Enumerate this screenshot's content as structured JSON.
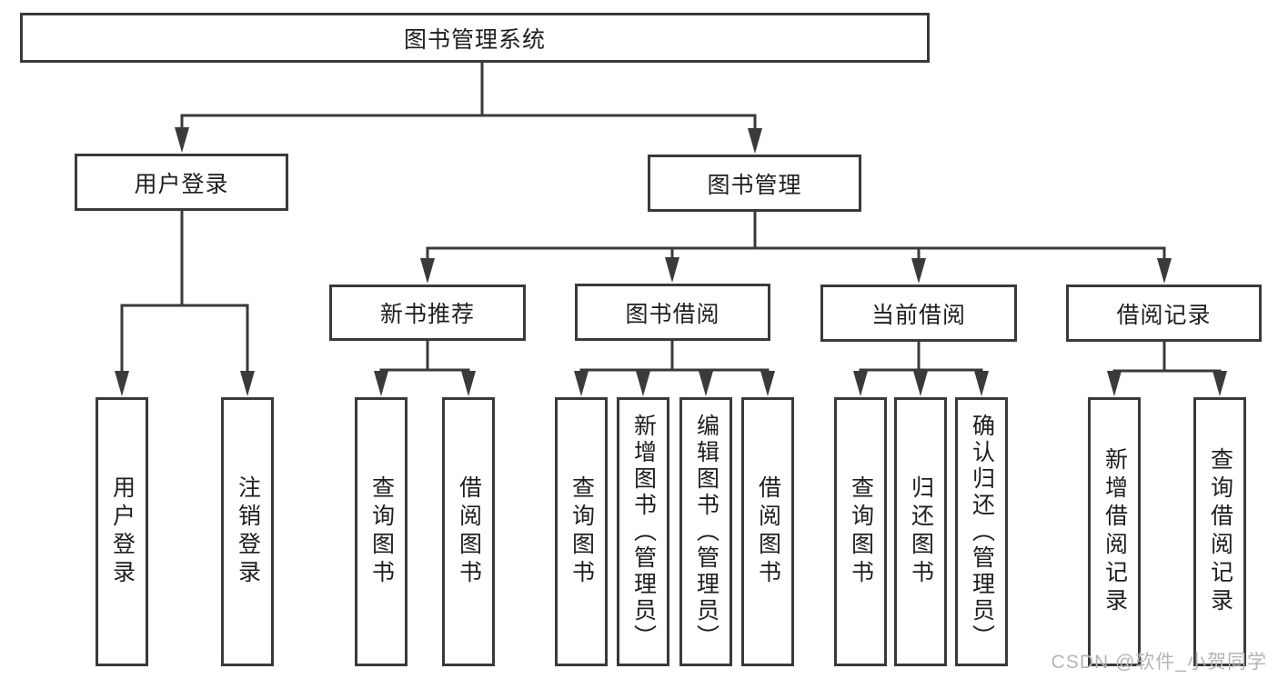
{
  "tree": {
    "root": {
      "label": "图书管理系统"
    },
    "branches": [
      {
        "label": "用户登录",
        "children": [
          {
            "label": "用户登录"
          },
          {
            "label": "注销登录"
          }
        ]
      },
      {
        "label": "图书管理",
        "children": [
          {
            "label": "新书推荐",
            "children": [
              {
                "label": "查询图书"
              },
              {
                "label": "借阅图书"
              }
            ]
          },
          {
            "label": "图书借阅",
            "children": [
              {
                "label": "查询图书"
              },
              {
                "label": "新增图书（管理员）"
              },
              {
                "label": "编辑图书（管理员）"
              },
              {
                "label": "借阅图书"
              }
            ]
          },
          {
            "label": "当前借阅",
            "children": [
              {
                "label": "查询图书"
              },
              {
                "label": "归还图书"
              },
              {
                "label": "确认归还（管理员）"
              }
            ]
          },
          {
            "label": "借阅记录",
            "children": [
              {
                "label": "新增借阅记录"
              },
              {
                "label": "查询借阅记录"
              }
            ]
          }
        ]
      }
    ]
  },
  "watermark": {
    "text": "CSDN @软件_小贺同学"
  },
  "colors": {
    "line": "#3a3a3a",
    "text": "#1e1e1e",
    "background": "#ffffff",
    "watermark": "#b4b4b9"
  }
}
